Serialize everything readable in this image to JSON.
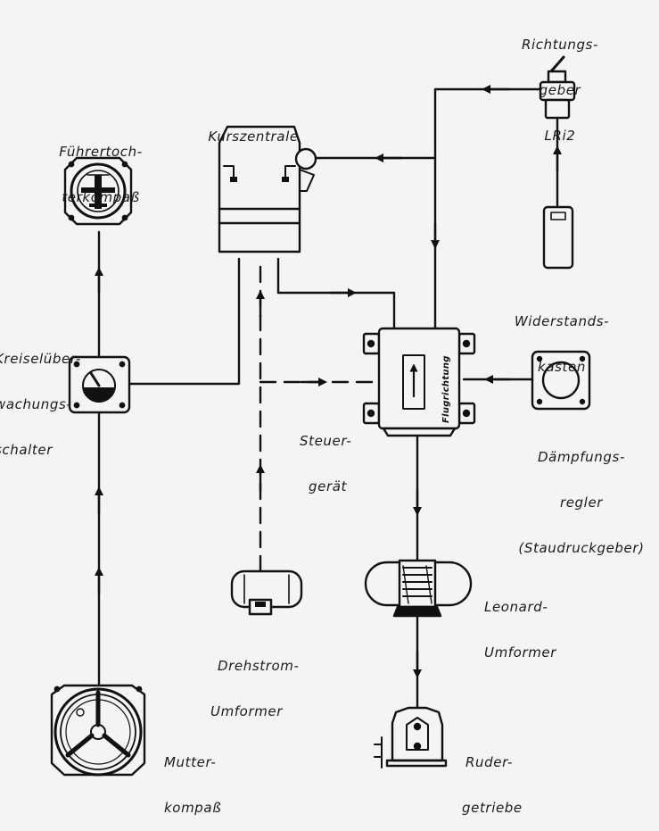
{
  "labels": {
    "richtungsgeber": [
      "Richtungs-",
      "geber",
      "LRi2"
    ],
    "fuehrertochterkompass": [
      "Führertoch-",
      "terkompaß"
    ],
    "kurszentrale": [
      "Kurszentrale"
    ],
    "kreiselueberwachungsschalter": [
      "Kreiselüber-",
      "wachungs-",
      "schalter"
    ],
    "widerstandskasten": [
      "Widerstands-",
      "kasten"
    ],
    "steuergeraet": [
      "Steuer-",
      "gerät"
    ],
    "flugrichtung": "Flugrichtung",
    "daempfungsregler": [
      "Dämpfungs-",
      "regler",
      "(Staudruckgeber)"
    ],
    "leonard_umformer": [
      "Leonard-",
      "Umformer"
    ],
    "drehstrom_umformer": [
      "Drehstrom-",
      "Umformer"
    ],
    "mutterkompass": [
      "Mutter-",
      "kompaß"
    ],
    "rudergetriebe": [
      "Ruder-",
      "getriebe"
    ]
  },
  "colors": {
    "ink": "#111111",
    "paper": "#f4f4f2"
  }
}
